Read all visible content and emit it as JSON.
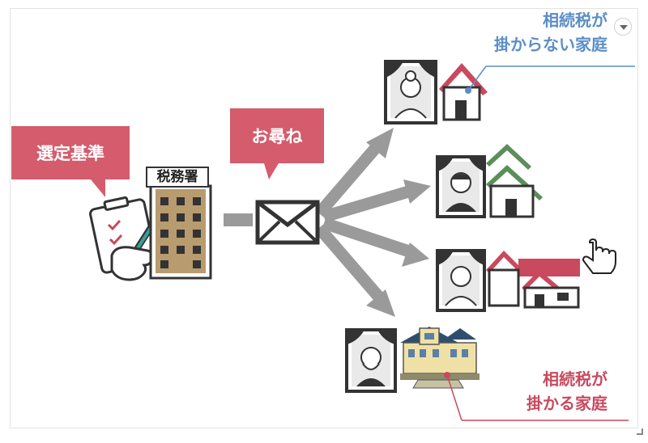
{
  "labels": {
    "selection_criteria": "選定基準",
    "tax_office": "税務署",
    "inquiry": "お尋ね",
    "no_tax_line1": "相続税が",
    "no_tax_line2": "掛からない家庭",
    "tax_line1": "相続税が",
    "tax_line2": "掛かる家庭"
  },
  "colors": {
    "bubble": "#d45c6c",
    "arrow": "#9a9a9a",
    "no_tax_text": "#5b8ec7",
    "tax_text": "#c9495e",
    "building": "#b89b6e",
    "house_red": "#c9495e",
    "house_green": "#5b8f5a"
  },
  "icons": [
    "clipboard-icon",
    "pen-icon",
    "building-icon",
    "envelope-icon",
    "portrait-icon",
    "house-icon",
    "mansion-icon",
    "pointer-hand-icon",
    "dropdown-icon"
  ]
}
